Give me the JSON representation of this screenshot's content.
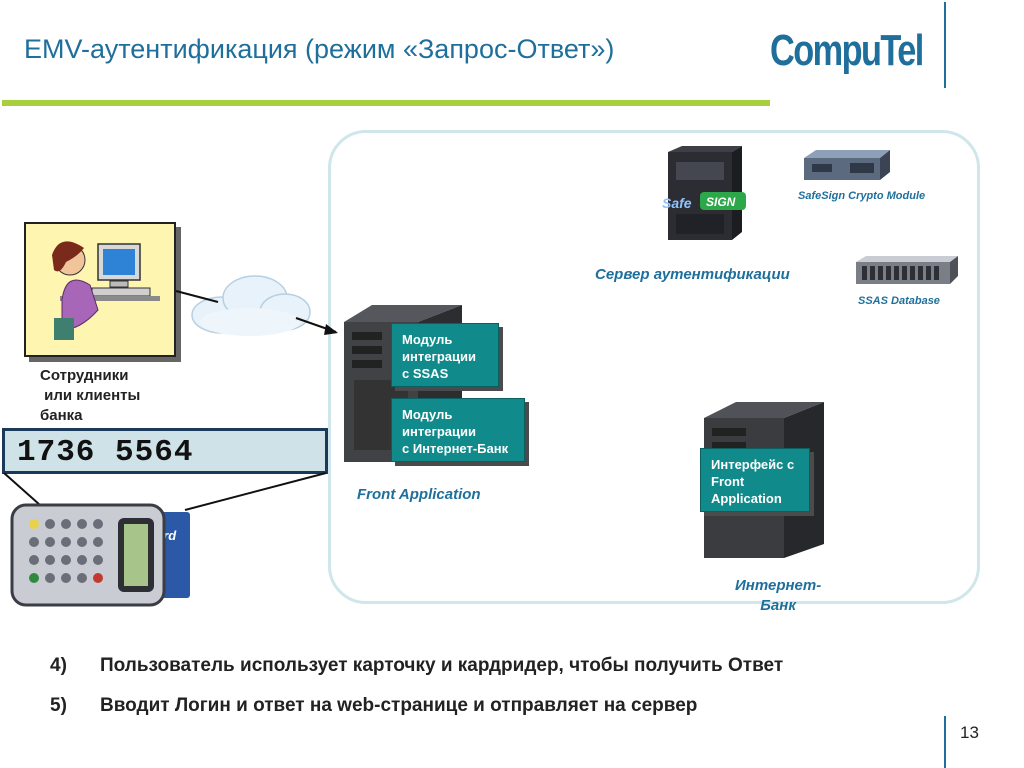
{
  "header": {
    "title": "EMV-аутентификация (режим «Запрос-Ответ»)",
    "logo": "CompuTel"
  },
  "diagram": {
    "user_label": "Сотрудники\n или клиенты\nбанка",
    "code_display": "1736 5564",
    "module_ssas": "Модуль\nинтеграции\nс SSAS",
    "module_ibank": "Модуль\nинтеграции\nс Интернет-Банк",
    "front_application_label": "Front Application",
    "auth_server_label": "Сервер аутентификации",
    "safesign_logo": "SafeSIGN",
    "crypto_module_label": "SafeSign Crypto Module",
    "ssas_database_label": "SSAS Database",
    "front_interface": "Интерфейс с\nFront\nApplication",
    "internet_bank_label": "Интернет-\nБанк"
  },
  "bullets": [
    {
      "num": "4)",
      "text": "Пользователь использует карточку и кардридер, чтобы получить Ответ"
    },
    {
      "num": "5)",
      "text": "Вводит Логин и ответ на web-странице и отправляет на сервер"
    }
  ],
  "footer": {
    "page_number": "13"
  },
  "colors": {
    "title": "#1f6f9c",
    "rule": "#a9cf3f",
    "teal_box": "#118a8c",
    "panel_border": "#cfe6ea",
    "user_box": "#fdf5b0",
    "code_box": "#cfe2e8"
  }
}
